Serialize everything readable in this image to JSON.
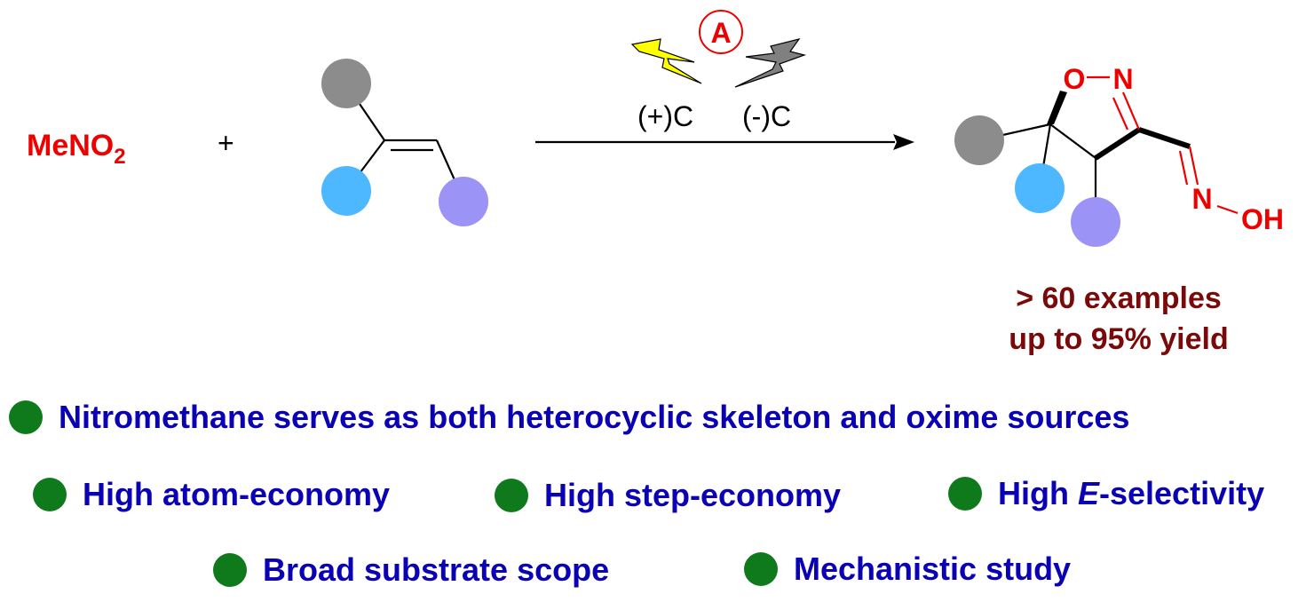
{
  "reagent": {
    "main": "MeNO",
    "subscript": "2"
  },
  "plus": "+",
  "conditions": {
    "catalyst_badge": "A",
    "anode": "(+)C",
    "cathode": "(-)C"
  },
  "product_atoms": {
    "ring_o": "O",
    "ring_n": "N",
    "oxime_n": "N",
    "hydroxyl": "OH"
  },
  "results": {
    "line1": "> 60 examples",
    "line2": "up to 95% yield"
  },
  "features": {
    "f1": "Nitromethane serves as both heterocyclic skeleton and oxime sources",
    "f2": "High atom-economy",
    "f3": "High step-economy",
    "f4_italic": "E",
    "f4_rest": "-selectivity",
    "f4_prefix": "High ",
    "f5": "Broad substrate scope",
    "f6": "Mechanistic study"
  },
  "colors": {
    "red": "#ee0000",
    "dark_red": "#7a0a0a",
    "blue_text": "#0a00b4",
    "green_dot": "#0f7a1b",
    "grey_sub": "#8c8c8c",
    "cyan_sub": "#4db8ff",
    "purple_sub": "#9b93f5",
    "bolt_yellow": "#ffff00",
    "bolt_grey": "#808080"
  }
}
